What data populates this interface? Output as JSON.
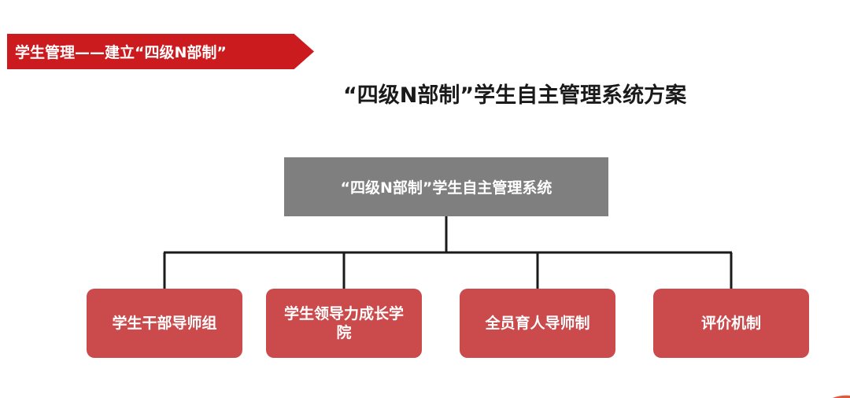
{
  "banner": {
    "label": "学生管理——建立“四级N部制”"
  },
  "main_title": "“四级N部制”学生自主管理系统方案",
  "diagram": {
    "root": "“四级N部制”学生自主管理系统",
    "children": [
      "学生干部导师组",
      "学生领导力成长学院",
      "全员育人导师制",
      "评价机制"
    ]
  },
  "colors": {
    "banner_red": "#cc1b1f",
    "root_gray": "#7f7f7f",
    "child_red": "#cb4a4c",
    "connector": "#1a1a1a"
  }
}
